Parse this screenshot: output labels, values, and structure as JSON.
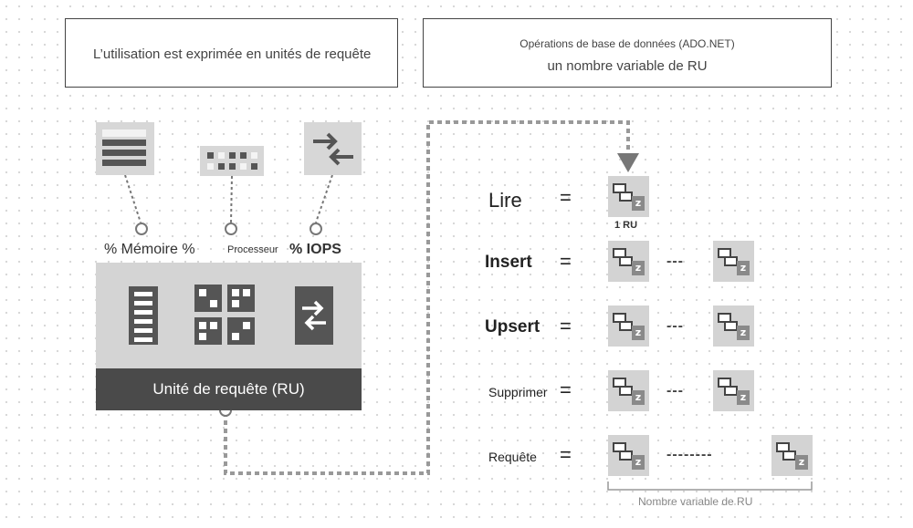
{
  "header": {
    "left_caption": "L’utilisation est exprimée en unités de requête",
    "right_caption_line1": "Opérations de base de données (ADO.NET)",
    "right_caption_line2": "un nombre variable de RU"
  },
  "metrics": {
    "memory": "% Mémoire %",
    "processor": "Processeur",
    "iops": "% IOPS"
  },
  "ru_box": {
    "label": "Unité de requête (RU)"
  },
  "operations": [
    {
      "label": "Lire",
      "equals": "="
    },
    {
      "label": "Insert",
      "equals": "="
    },
    {
      "label": "Upsert",
      "equals": "="
    },
    {
      "label": "Supprimer",
      "equals": "="
    },
    {
      "label": "Requête",
      "equals": "="
    }
  ],
  "single_ru_label": "1 RU",
  "dashes_short": "---",
  "dashes_long": "--------",
  "brace_caption": "Nombre variable de RU",
  "icons": {
    "memory": "memory-stack-icon",
    "processor": "cpu-chip-icon",
    "iops": "swap-arrows-icon",
    "ru": "request-unit-icon"
  }
}
